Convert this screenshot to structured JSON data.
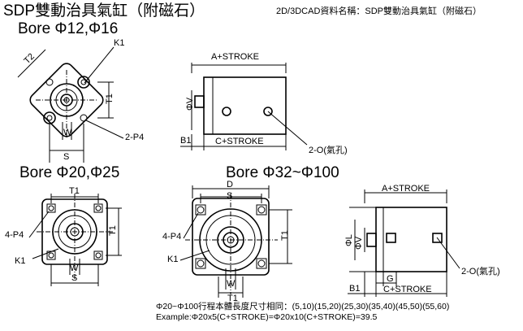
{
  "header": {
    "title": "SDP雙動治具氣缸（附磁石）",
    "cad_label": "2D/3DCAD資料名稱：SDP雙動治具氣缸（附磁石）"
  },
  "views": {
    "bore_small": "Bore Φ12,Φ16",
    "bore_mid": "Bore Φ20,Φ25",
    "bore_large": "Bore Φ32~Φ100"
  },
  "dims": {
    "t2": "T2",
    "k1": "K1",
    "t1": "T1",
    "w": "W",
    "s": "S",
    "p4_2": "2-P4",
    "a_stroke": "A+STROKE",
    "v": "ΦV",
    "b1": "B1",
    "c_stroke": "C+STROKE",
    "o_port": "2-O(氣孔)",
    "p4_4": "4-P4",
    "d": "D",
    "l": "ΦL",
    "g": "G"
  },
  "notes": {
    "line1": "Φ20~Φ100行程本體長度尺寸相同：(5,10)(15,20)(25,30)(35,40)(45,50)(55,60)",
    "line2": "Example:Φ20x5(C+STROKE)=Φ20x10(C+STROKE)=39.5"
  }
}
